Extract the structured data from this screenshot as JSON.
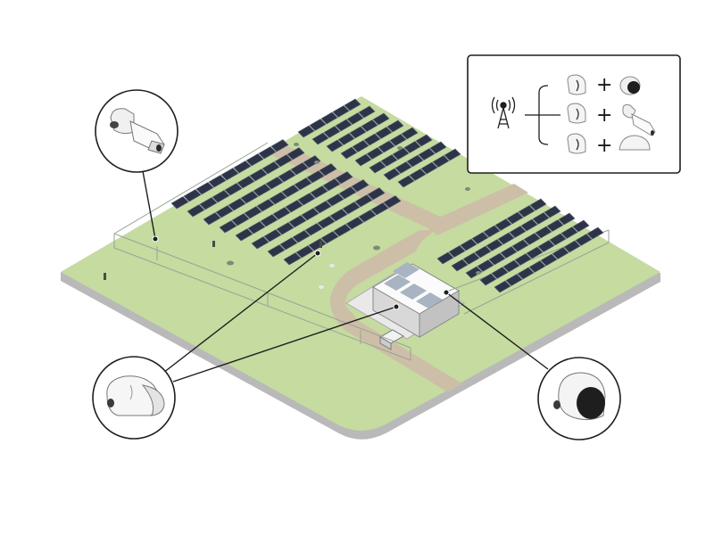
{
  "legend": {
    "operator": "+",
    "rows": [
      {
        "base": "radar-unit",
        "addon": "dome-camera"
      },
      {
        "base": "radar-unit",
        "addon": "bullet-camera"
      },
      {
        "base": "radar-unit",
        "addon": "mini-dome-camera"
      }
    ],
    "source_icon": "wireless-tower-icon"
  },
  "callouts": [
    {
      "device": "bullet-camera",
      "target": "perimeter-fence"
    },
    {
      "device": "radar-unit",
      "target": "solar-field"
    },
    {
      "device": "radar-unit",
      "target": "substation"
    },
    {
      "device": "dome-camera",
      "target": "substation"
    }
  ],
  "colors": {
    "grass": "#c5dba0",
    "ground_edge": "#b9b9b9",
    "road": "#cdbfa7",
    "panel": "#2e3448",
    "panel_frame": "#596079",
    "outline": "#1e1e1e"
  }
}
